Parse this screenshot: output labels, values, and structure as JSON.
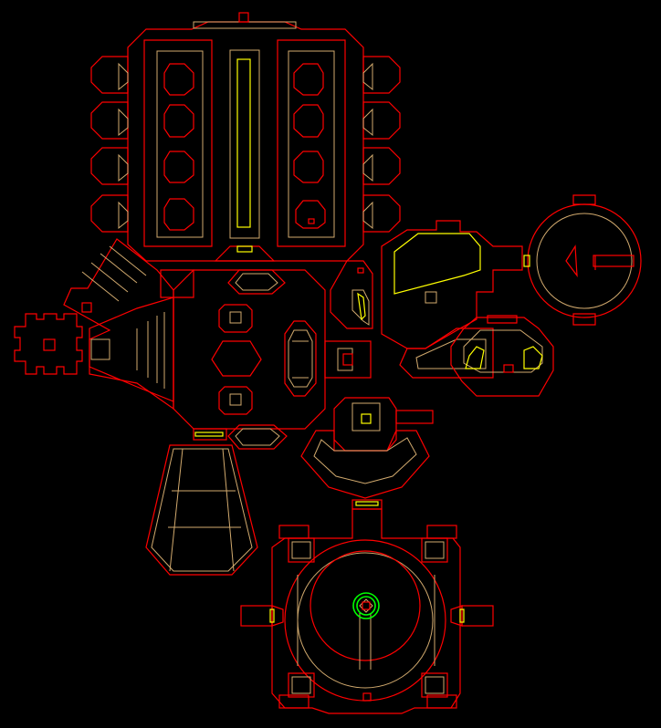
{
  "automap": {
    "background_color": "#000000",
    "colors": {
      "solid_wall": "#ff0000",
      "floor_step": "#d2aa6e",
      "ceiling_change": "#ffff00",
      "player": "#00ff00"
    },
    "rooms": [
      "north-hall",
      "west-wing-rooms",
      "east-wing-rooms",
      "central-octagon",
      "west-cross-room",
      "east-complex",
      "far-east-circle",
      "center-south-vestibule",
      "southwest-stairs",
      "south-arena"
    ],
    "marker_icon": "player-marker-icon"
  }
}
